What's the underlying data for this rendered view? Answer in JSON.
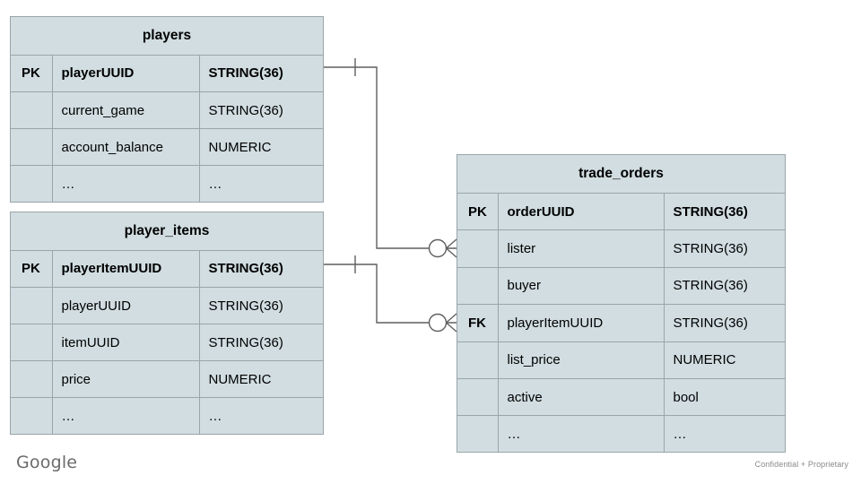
{
  "diagram": {
    "type": "entity-relationship",
    "notation": "crow's-foot",
    "colors": {
      "entity_fill": "#d1dde1",
      "entity_border": "#9aa5a8",
      "connector": "#5f5f5f",
      "text": "#000000",
      "footer_text": "#6b6b6b",
      "background": "#ffffff"
    }
  },
  "entities": [
    {
      "id": "players",
      "title": "players",
      "columns": [
        {
          "key": "PK",
          "name": "playerUUID",
          "type": "STRING(36)",
          "pk": true
        },
        {
          "key": "",
          "name": "current_game",
          "type": "STRING(36)",
          "pk": false
        },
        {
          "key": "",
          "name": "account_balance",
          "type": "NUMERIC",
          "pk": false
        },
        {
          "key": "",
          "name": "…",
          "type": "…",
          "pk": false
        }
      ]
    },
    {
      "id": "player_items",
      "title": "player_items",
      "columns": [
        {
          "key": "PK",
          "name": "playerItemUUID",
          "type": "STRING(36)",
          "pk": true
        },
        {
          "key": "",
          "name": "playerUUID",
          "type": "STRING(36)",
          "pk": false
        },
        {
          "key": "",
          "name": "itemUUID",
          "type": "STRING(36)",
          "pk": false
        },
        {
          "key": "",
          "name": "price",
          "type": "NUMERIC",
          "pk": false
        },
        {
          "key": "",
          "name": "…",
          "type": "…",
          "pk": false
        }
      ]
    },
    {
      "id": "trade_orders",
      "title": "trade_orders",
      "columns": [
        {
          "key": "PK",
          "name": "orderUUID",
          "type": "STRING(36)",
          "pk": true
        },
        {
          "key": "",
          "name": "lister",
          "type": "STRING(36)",
          "pk": false
        },
        {
          "key": "",
          "name": "buyer",
          "type": "STRING(36)",
          "pk": false
        },
        {
          "key": "FK",
          "name": "playerItemUUID",
          "type": "STRING(36)",
          "pk": false
        },
        {
          "key": "",
          "name": "list_price",
          "type": "NUMERIC",
          "pk": false
        },
        {
          "key": "",
          "name": "active",
          "type": "bool",
          "pk": false
        },
        {
          "key": "",
          "name": "…",
          "type": "…",
          "pk": false
        }
      ]
    }
  ],
  "relationships": [
    {
      "id": "players-to-trade-orders",
      "from": "players.playerUUID",
      "to": "trade_orders.lister",
      "from_cardinality": "exactly-one",
      "to_cardinality": "zero-or-many"
    },
    {
      "id": "player-items-to-trade-orders",
      "from": "player_items.playerItemUUID",
      "to": "trade_orders.playerItemUUID",
      "from_cardinality": "exactly-one",
      "to_cardinality": "zero-or-many"
    }
  ],
  "footer": {
    "logo": "Google",
    "note": "Confidential + Proprietary"
  }
}
